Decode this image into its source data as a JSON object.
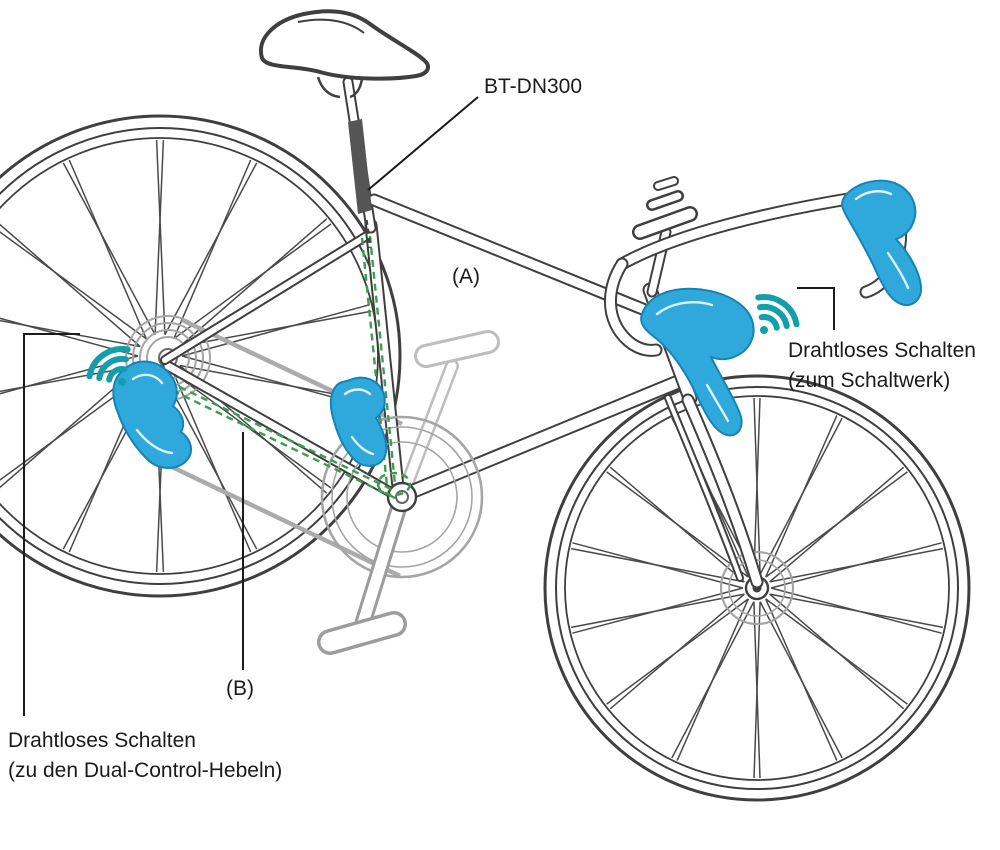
{
  "diagram": {
    "labels": {
      "battery": "BT-DN300",
      "a": "(A)",
      "b": "(B)",
      "right_line1": "Drahtloses Schalten",
      "right_line2": "(zum Schaltwerk)",
      "bottom_line1": "Drahtloses Schalten",
      "bottom_line2": "(zu den Dual-Control-Hebeln)"
    },
    "colors": {
      "component_blue": "#2FA8DC",
      "wireless_teal": "#129FAA",
      "wire_green": "#3B9E4E",
      "outline_dark": "#3F3F3F",
      "outline_light": "#A5A5A5",
      "background": "#FFFFFF"
    }
  }
}
